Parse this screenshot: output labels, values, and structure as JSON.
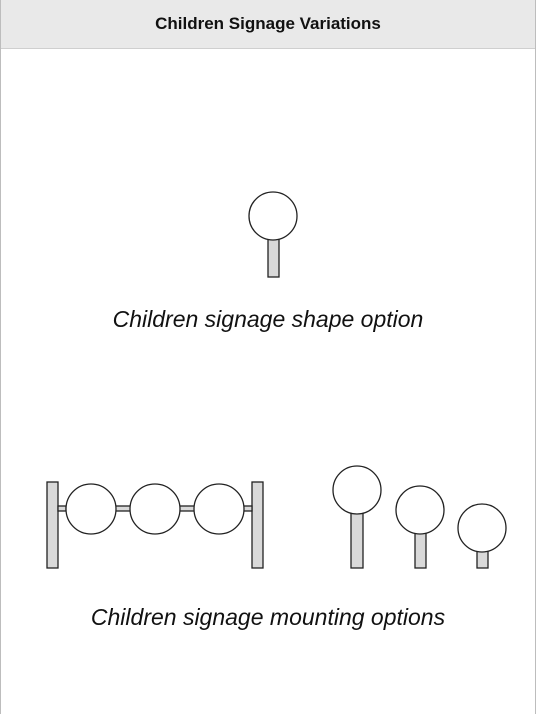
{
  "header": {
    "title": "Children Signage Variations"
  },
  "shape_section": {
    "caption": "Children signage shape option"
  },
  "mounting_section": {
    "caption": "Children signage mounting options"
  },
  "colors": {
    "header_bg": "#e9e9e9",
    "stroke": "#222222",
    "post_fill": "#d9d9d9"
  }
}
